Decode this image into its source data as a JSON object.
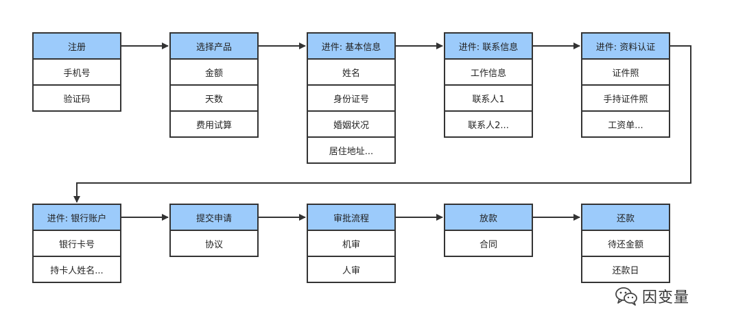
{
  "boxes": [
    {
      "title": "注册",
      "items": [
        "手机号",
        "验证码"
      ]
    },
    {
      "title": "选择产品",
      "items": [
        "金额",
        "天数",
        "费用试算"
      ]
    },
    {
      "title": "进件: 基本信息",
      "items": [
        "姓名",
        "身份证号",
        "婚姻状况",
        "居住地址..."
      ]
    },
    {
      "title": "进件: 联系信息",
      "items": [
        "工作信息",
        "联系人1",
        "联系人2..."
      ]
    },
    {
      "title": "进件: 资料认证",
      "items": [
        "证件照",
        "手持证件照",
        "工资单..."
      ]
    },
    {
      "title": "进件: 银行账户",
      "items": [
        "银行卡号",
        "持卡人姓名..."
      ]
    },
    {
      "title": "提交申请",
      "items": [
        "协议"
      ]
    },
    {
      "title": "审批流程",
      "items": [
        "机审",
        "人审"
      ]
    },
    {
      "title": "放款",
      "items": [
        "合同"
      ]
    },
    {
      "title": "还款",
      "items": [
        "待还金额",
        "还款日"
      ]
    }
  ],
  "watermark": {
    "text": "因变量",
    "icon": "wechat-icon"
  },
  "colors": {
    "header_fill": "#9ccbfb",
    "border": "#333333",
    "arrow": "#333333"
  }
}
